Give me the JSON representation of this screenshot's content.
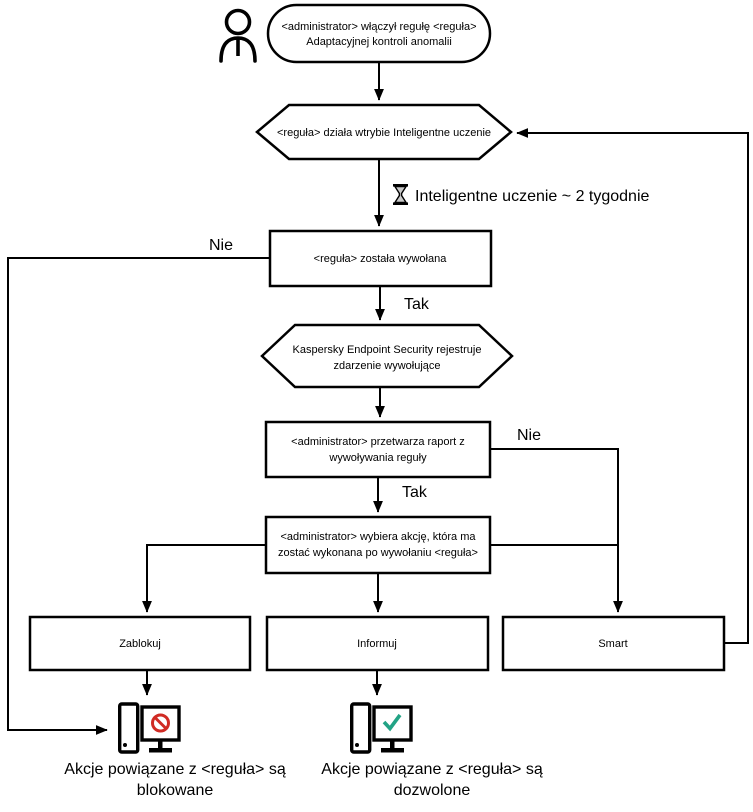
{
  "diagram": {
    "start_ellipse": {
      "line1": "<administrator> włączył regułę <reguła>",
      "line2": "Adaptacyjnej kontroli anomalii"
    },
    "smart_mode_hex": {
      "text": "<reguła> działa wtrybie Inteligentne uczenie"
    },
    "learning_note": {
      "text": "Inteligentne uczenie ~ 2 tygodnie"
    },
    "rule_triggered_box": {
      "text": "<reguła> została wywołana"
    },
    "register_event_hex": {
      "line1": "Kaspersky Endpoint Security rejestruje",
      "line2": "zdarzenie wywołujące"
    },
    "process_report_box": {
      "line1": "<administrator> przetwarza raport z",
      "line2": "wywoływania reguły"
    },
    "choose_action_box": {
      "line1": "<administrator> wybiera akcję, która ma",
      "line2": "zostać wykonana po wywołaniu <reguła>"
    },
    "labels": {
      "no_left": "Nie",
      "yes_top": "Tak",
      "no_right": "Nie",
      "yes_bottom": "Tak"
    },
    "action_boxes": {
      "block": "Zablokuj",
      "inform": "Informuj",
      "smart": "Smart"
    },
    "outcome_blocked": {
      "line1": "Akcje powiązane z <reguła> są",
      "line2": "blokowane",
      "color": "#bf5b55"
    },
    "outcome_allowed": {
      "line1": "Akcje powiązane z <reguła> są",
      "line2": "dozwolone",
      "color": "#1e7f87"
    },
    "icon_colors": {
      "blocked_sign": "#d02b24",
      "allowed_check": "#22a385"
    }
  }
}
